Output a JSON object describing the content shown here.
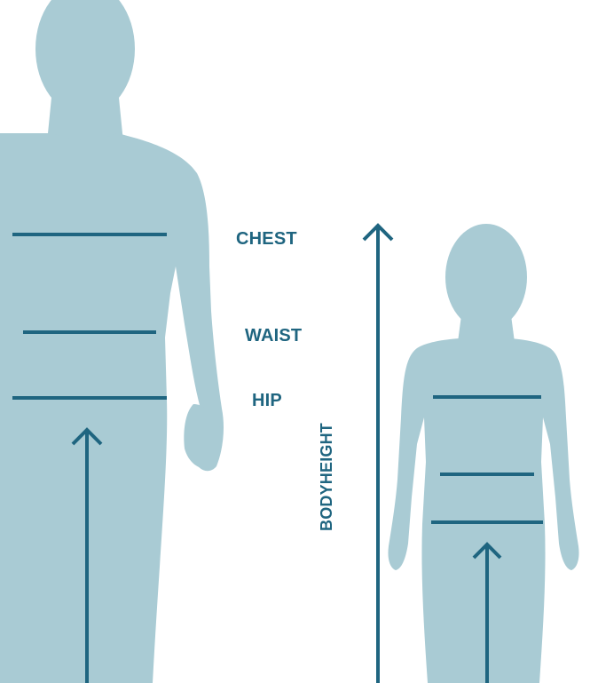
{
  "labels": {
    "chest": "CHEST",
    "waist": "WAIST",
    "hip": "HIP",
    "body_height": "BODYHEIGHT"
  },
  "colors": {
    "silhouette": "#a9cbd4",
    "line": "#1f6580",
    "text": "#1f6580",
    "background": "#ffffff"
  }
}
